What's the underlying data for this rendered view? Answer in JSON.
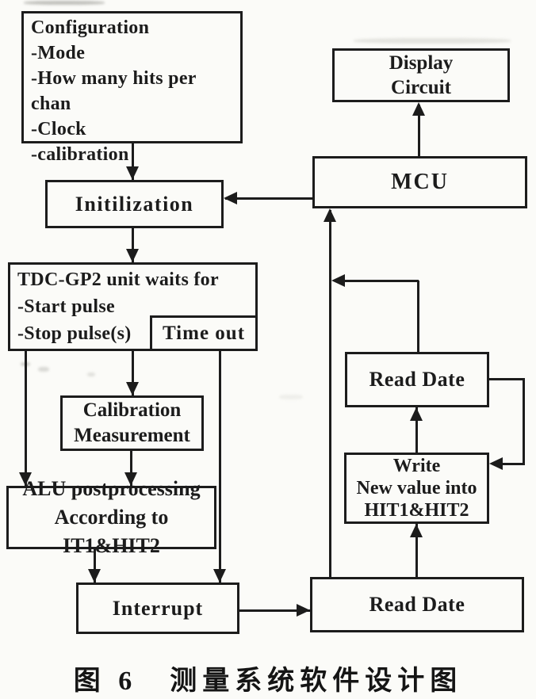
{
  "colors": {
    "ink": "#1c1c1c",
    "paper": "#fbfbf8"
  },
  "caption": "图 6　测量系统软件设计图",
  "nodes": {
    "config": {
      "lines": [
        "Configuration",
        "-Mode",
        "-How many hits per chan",
        "-Clock",
        "-calibration"
      ]
    },
    "initilization": {
      "label": "Initilization"
    },
    "tdc": {
      "lines": [
        "TDC-GP2 unit waits for",
        "-Start pulse",
        "-Stop pulse(s)"
      ]
    },
    "timeout": {
      "label": "Time out"
    },
    "calibration": {
      "lines": [
        "Calibration",
        "Measurement"
      ]
    },
    "alu": {
      "lines": [
        "ALU postprocessing",
        "According to IT1&HIT2"
      ]
    },
    "interrupt": {
      "label": "Interrupt"
    },
    "display_circuit": {
      "lines": [
        "Display",
        "Circuit"
      ]
    },
    "mcu": {
      "label": "MCU"
    },
    "read_date_top": {
      "label": "Read Date"
    },
    "write_new_value": {
      "lines": [
        "Write",
        "New value into",
        "HIT1&HIT2"
      ]
    },
    "read_date_bottom": {
      "label": "Read Date"
    }
  }
}
